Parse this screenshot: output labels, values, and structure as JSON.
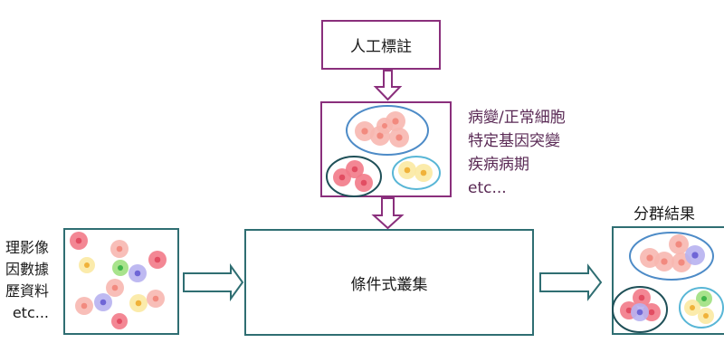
{
  "manual_label_box": {
    "text": "人工標註"
  },
  "clustering_box": {
    "text": "條件式叢集"
  },
  "label_types": [
    "病變/正常細胞",
    "特定基因突變",
    "疾病病期",
    "etc..."
  ],
  "input_types": [
    "理影像",
    "因數據",
    "歷資料",
    "etc..."
  ],
  "result_title": "分群結果",
  "colors": {
    "purple_border": "#8a2f7c",
    "teal_border": "#2f6e72",
    "group_blue": "#4d8bc7",
    "group_dark": "#1f5058",
    "group_cyan": "#58b6d6",
    "cell_pink": "#f7b7b0",
    "cell_red": "#f27a88",
    "cell_yellow": "#fbe9a2",
    "cell_green": "#9fe07f",
    "cell_purple": "#b7b1f0"
  }
}
